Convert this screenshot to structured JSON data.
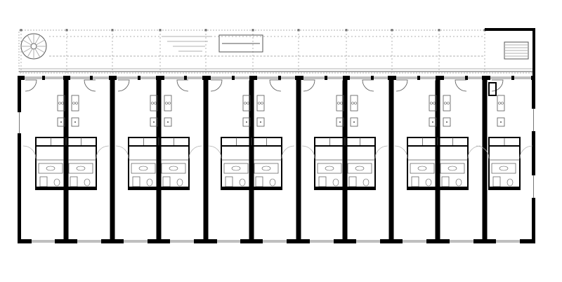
{
  "drawing": {
    "type": "architectural-floor-plan",
    "labels": []
  },
  "plan": {
    "unit_count": 11,
    "bay_count": 6,
    "core_count": 6,
    "stair_count": 2,
    "colors": {
      "wall": "#000000",
      "line": "#555555",
      "hidden_line": "#b0b0b0",
      "background": "#ffffff"
    }
  }
}
